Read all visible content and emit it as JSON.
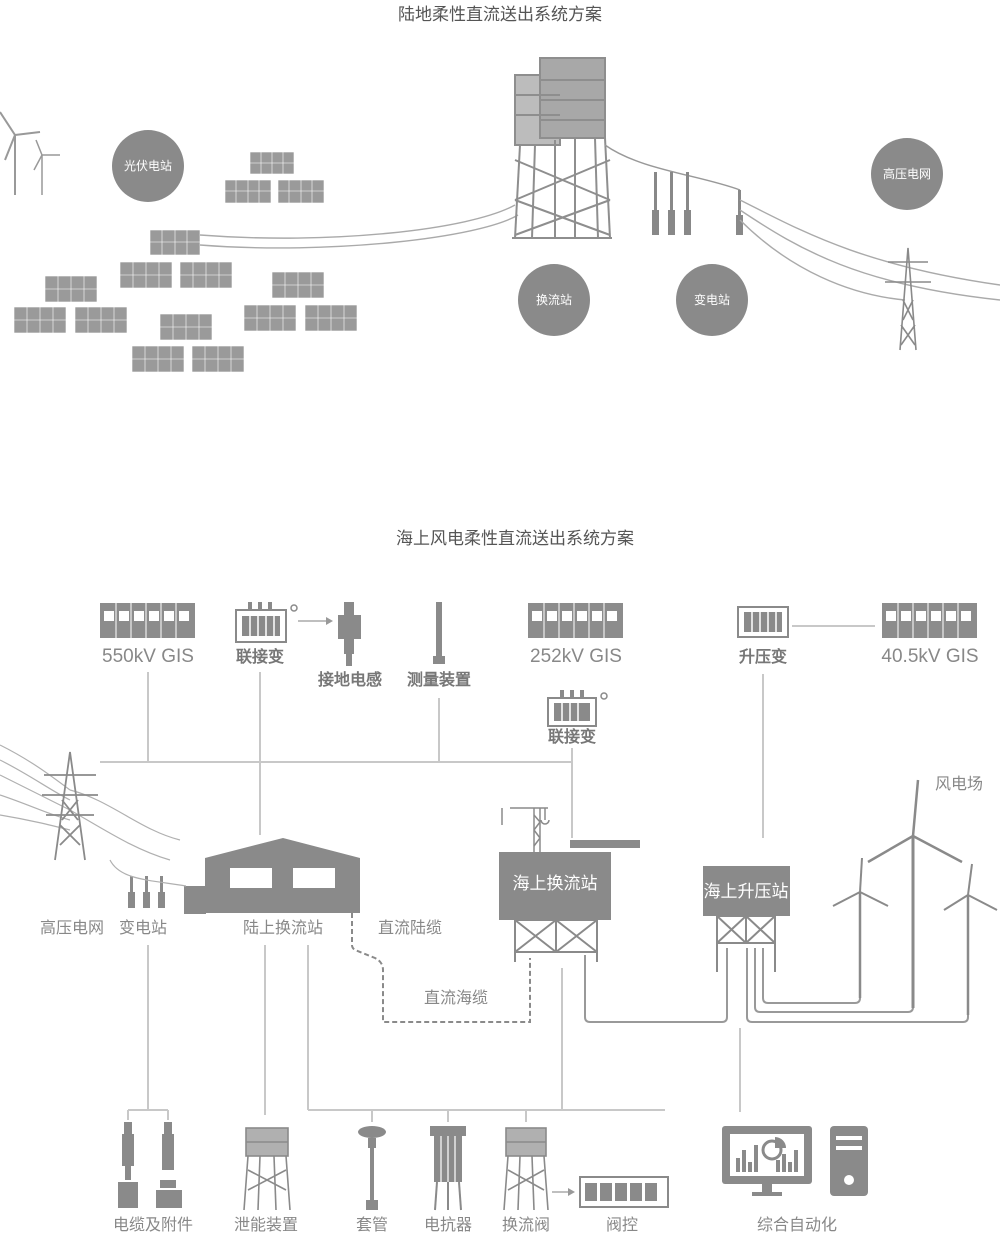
{
  "top": {
    "title": "陆地柔性直流送出系统方案",
    "circles": {
      "pv": "光伏电站",
      "grid": "高压电网",
      "converter": "换流站",
      "substation": "变电站"
    }
  },
  "bottom": {
    "title": "海上风电柔性直流送出系统方案",
    "equipment": {
      "gis550": "550kV GIS",
      "link_tx": "联接变",
      "grounding_reactor": "接地电感",
      "measurement": "测量装置",
      "gis252": "252kV GIS",
      "link_tx2": "联接变",
      "step_up_tx": "升压变",
      "gis40": "40.5kV GIS"
    },
    "nodes": {
      "wind_farm": "风电场",
      "offshore_converter": "海上换流站",
      "offshore_booster": "海上升压站",
      "grid": "高压电网",
      "substation": "变电站",
      "onshore_converter": "陆上换流站",
      "dc_land_cable": "直流陆缆",
      "dc_sea_cable": "直流海缆"
    },
    "bottom_row": {
      "cable": "电缆及附件",
      "energy_dissipation": "泄能装置",
      "bushing": "套管",
      "reactor": "电抗器",
      "valve": "换流阀",
      "valve_control": "阀控",
      "automation": "综合自动化"
    }
  }
}
